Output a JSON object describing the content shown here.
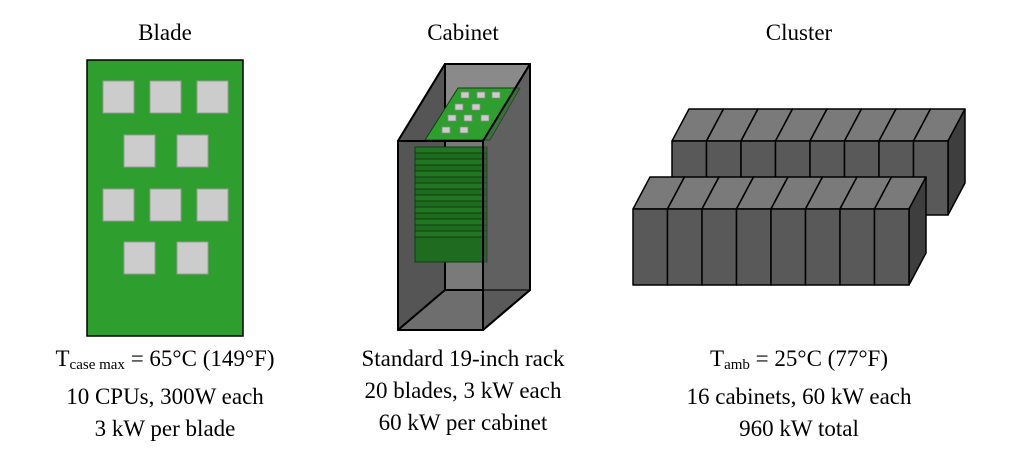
{
  "panels": {
    "blade": {
      "title": "Blade",
      "temp_symbol": "T",
      "temp_subscript": "case max",
      "temp_value": " = 65°C (149°F)",
      "line2": "10 CPUs, 300W each",
      "line3": "3 kW per blade"
    },
    "cabinet": {
      "title": "Cabinet",
      "line1": "Standard 19-inch rack",
      "line2": "20 blades, 3 kW each",
      "line3": "60 kW per cabinet"
    },
    "cluster": {
      "title": "Cluster",
      "temp_symbol": "T",
      "temp_subscript": "amb",
      "temp_value": " = 25°C (77°F)",
      "line2": "16 cabinets, 60 kW each",
      "line3": "960 kW total"
    }
  },
  "colors": {
    "board_green": "#2e9e2e",
    "chip_gray": "#cccccc",
    "cabinet_gray": "#595959",
    "outline": "#000000"
  }
}
